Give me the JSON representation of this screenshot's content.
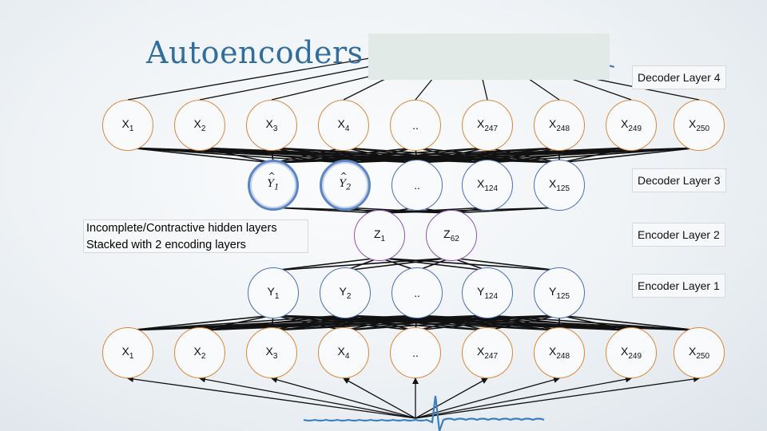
{
  "title": "Autoencoders",
  "note": {
    "line1": "Incomplete/Contractive hidden layers",
    "line2": "Stacked with 2 encoding layers"
  },
  "layer_labels": {
    "decoder4": "Decoder Layer 4",
    "decoder3": "Decoder Layer 3",
    "encoder2": "Encoder Layer 2",
    "encoder1": "Encoder Layer 1"
  },
  "output_nodes": [
    {
      "base": "X",
      "sub": "1"
    },
    {
      "base": "X",
      "sub": "2"
    },
    {
      "base": "X",
      "sub": "3"
    },
    {
      "base": "X",
      "sub": "4"
    },
    {
      "base": "..",
      "sub": ""
    },
    {
      "base": "X",
      "sub": "247"
    },
    {
      "base": "X",
      "sub": "248"
    },
    {
      "base": "X",
      "sub": "249"
    },
    {
      "base": "X",
      "sub": "250"
    }
  ],
  "decoder3_nodes": [
    {
      "base": "Y",
      "sub": "1",
      "hat": true
    },
    {
      "base": "Y",
      "sub": "2",
      "hat": true
    },
    {
      "base": "..",
      "sub": ""
    },
    {
      "base": "X",
      "sub": "124"
    },
    {
      "base": "X",
      "sub": "125"
    }
  ],
  "code_nodes": [
    {
      "base": "Z",
      "sub": "1"
    },
    {
      "base": "Z",
      "sub": "62"
    }
  ],
  "encoder1_nodes": [
    {
      "base": "Y",
      "sub": "1"
    },
    {
      "base": "Y",
      "sub": "2"
    },
    {
      "base": "..",
      "sub": ""
    },
    {
      "base": "Y",
      "sub": "124"
    },
    {
      "base": "Y",
      "sub": "125"
    }
  ],
  "input_nodes": [
    {
      "base": "X",
      "sub": "1"
    },
    {
      "base": "X",
      "sub": "2"
    },
    {
      "base": "X",
      "sub": "3"
    },
    {
      "base": "X",
      "sub": "4"
    },
    {
      "base": "..",
      "sub": ""
    },
    {
      "base": "X",
      "sub": "247"
    },
    {
      "base": "X",
      "sub": "248"
    },
    {
      "base": "X",
      "sub": "249"
    },
    {
      "base": "X",
      "sub": "250"
    }
  ],
  "colors": {
    "title": "#2f6e9e",
    "signal": "#3a7fc0",
    "wire": "#111111",
    "x_border": "#d9893f",
    "y_border": "#4e6fb5",
    "z_border": "#8c55b8"
  }
}
